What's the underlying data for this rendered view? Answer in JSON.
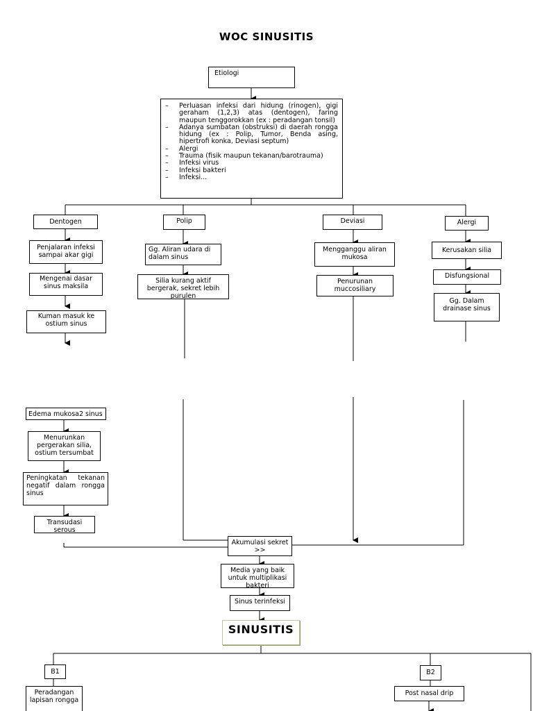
{
  "title": "WOC SINUSITIS",
  "etiologi": "Etiologi",
  "etiologi_list": [
    "Perluasan infeksi dari hidung (rinogen), gigi geraham (1,2,3) atas (dentogen), faring maupun tenggorokkan (ex : peradangan tonsil)",
    "Adanya sumbatan (obstruksi) di daerah rongga hidung (ex : Polip, Tumor, Benda asing, hipertrofi konka, Deviasi septum)",
    "Alergi",
    "Trauma (fisik maupun tekanan/barotrauma)",
    "Infeksi virus",
    "Infeksi bakteri",
    "Infeksi..."
  ],
  "branches": {
    "dentogen": {
      "label": "Dentogen",
      "steps": [
        "Penjalaran infeksi sampai akar gigi",
        "Mengenai dasar sinus maksila",
        "Kuman masuk ke ostium sinus"
      ]
    },
    "polip": {
      "label": "Polip",
      "steps": [
        "Gg. Aliran udara di dalam sinus",
        "Silia kurang aktif bergerak, sekret lebih purulen"
      ]
    },
    "deviasi": {
      "label": "Deviasi",
      "steps": [
        "Mengganggu aliran mukosa",
        "Penurunan muccosiliary"
      ]
    },
    "alergi": {
      "label": "Alergi",
      "steps": [
        "Kerusakan silia",
        "Disfungsional",
        "Gg. Dalam drainase sinus"
      ]
    }
  },
  "dentogen_continued": [
    "Edema mukosa2 sinus",
    "Menurunkan pergerakan silia, ostium tersumbat",
    "Peningkatan tekanan negatif dalam rongga sinus",
    "Transudasi serous"
  ],
  "akumulasi": "Akumulasi sekret >>",
  "media": "Media yang baik untuk multiplikasi bakteri",
  "sinus_terinfeksi": "Sinus terinfeksi",
  "sinusitis": "SINUSITIS",
  "b1": {
    "label": "B1",
    "step": "Peradangan lapisan rongga"
  },
  "b2": {
    "label": "B2",
    "step": "Post nasal drip"
  }
}
